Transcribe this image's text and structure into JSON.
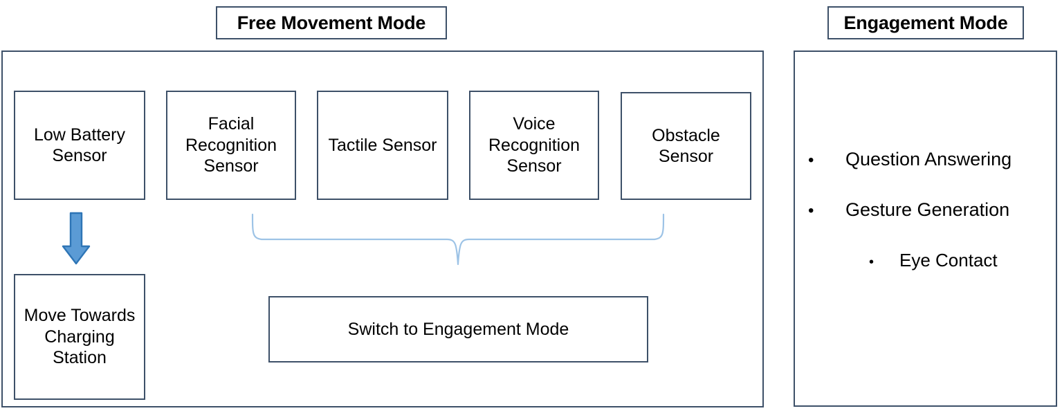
{
  "diagram": {
    "free_movement": {
      "title": "Free Movement Mode",
      "sensors": [
        {
          "name": "low-battery-sensor",
          "label": "Low Battery Sensor"
        },
        {
          "name": "facial-recognition-sensor",
          "label": "Facial Recognition Sensor"
        },
        {
          "name": "tactile-sensor",
          "label": "Tactile Sensor"
        },
        {
          "name": "voice-recognition-sensor",
          "label": "Voice Recognition Sensor"
        },
        {
          "name": "obstacle-sensor",
          "label": "Obstacle Sensor"
        }
      ],
      "battery_action": "Move Towards Charging Station",
      "sensors_action": "Switch to Engagement Mode",
      "arrow_icon": "down-arrow-icon",
      "brace_icon": "curly-brace-icon"
    },
    "engagement": {
      "title": "Engagement Mode",
      "items": [
        {
          "name": "question-answering",
          "label": "Question Answering",
          "bullet": "•",
          "level": 1
        },
        {
          "name": "gesture-generation",
          "label": "Gesture Generation",
          "bullet": "•",
          "level": 1
        },
        {
          "name": "eye-contact",
          "label": "Eye Contact",
          "bullet": "•",
          "level": 2
        }
      ]
    }
  },
  "colors": {
    "border": "#3d5068",
    "arrow_fill": "#5b9bd5",
    "arrow_stroke": "#2e75b6",
    "brace_stroke": "#9dc3e6",
    "text": "#000000",
    "background": "#ffffff"
  }
}
